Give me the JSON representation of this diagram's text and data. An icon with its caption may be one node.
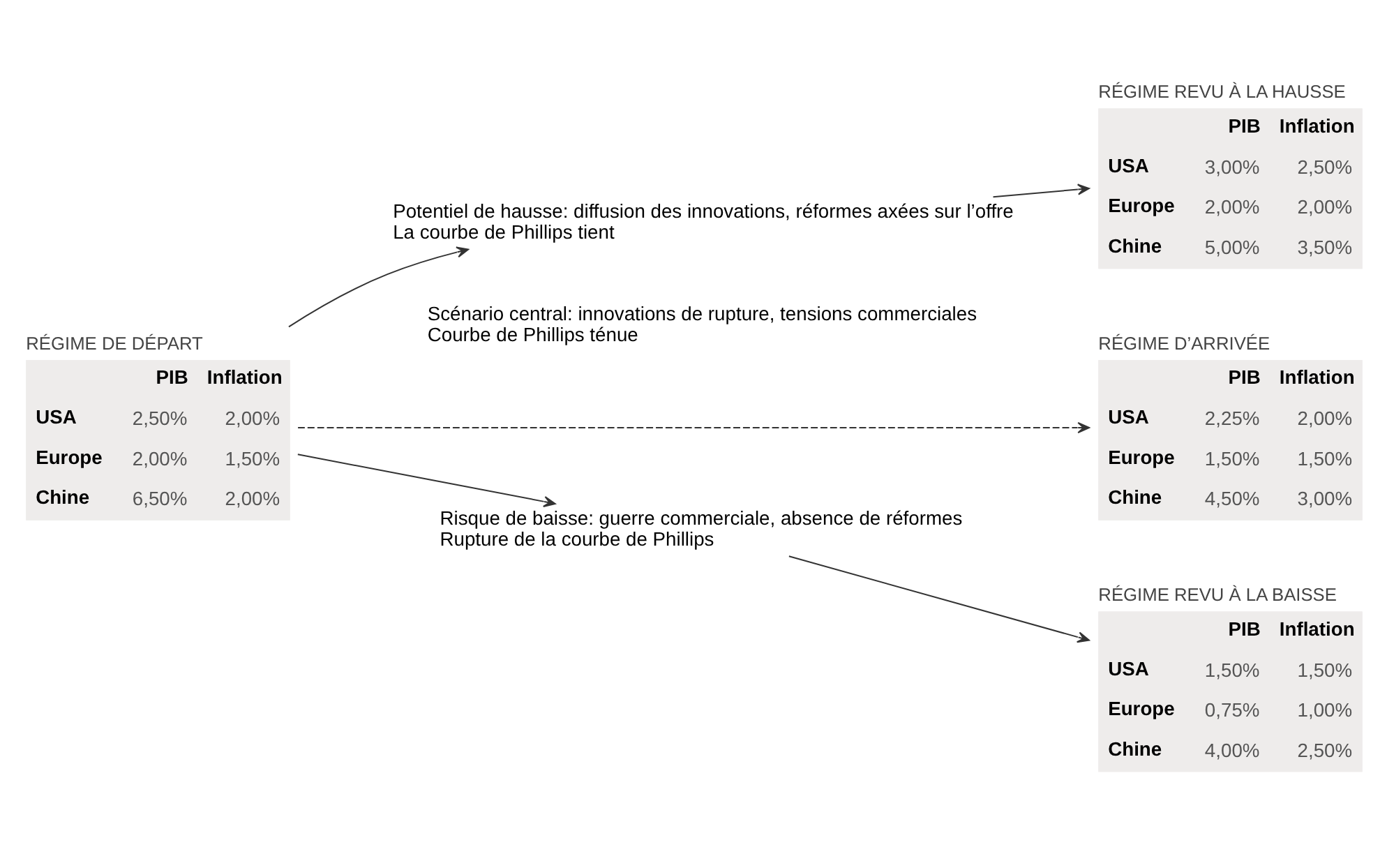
{
  "diagram": {
    "nodes": [
      {
        "text": [
          "RÉGIME DE DÉPART",
          "PIB",
          "Inflation",
          "USA",
          "2,50%",
          "2,00%",
          "Europe",
          "2,00%",
          "1,50%",
          "Chine",
          "6,50%",
          "2,00%"
        ]
      },
      {
        "text": [
          "Potentiel de hausse: diffusion des innovations, réformes axées sur l’offre",
          "La courbe de Phillips tient"
        ]
      },
      {
        "text": [
          "Scénario central: innovations de rupture, tensions commerciales",
          "Courbe de Phillips ténue"
        ]
      },
      {
        "text": [
          "Risque de baisse: guerre commerciale, absence de réformes",
          "Rupture de la courbe de Phillips"
        ]
      },
      {
        "text": [
          "RÉGIME REVU À LA HAUSSE",
          "PIB",
          "Inflation",
          "USA",
          "3,00%",
          "2,50%",
          "Europe",
          "2,00%",
          "2,00%",
          "Chine",
          "5,00%",
          "3,50%"
        ]
      },
      {
        "text": [
          "RÉGIME D’ARRIVÉE",
          "PIB",
          "Inflation",
          "USA",
          "2,25%",
          "2,00%",
          "Europe",
          "1,50%",
          "1,50%",
          "Chine",
          "4,50%",
          "3,00%"
        ]
      },
      {
        "text": [
          "RÉGIME REVU À LA BAISSE",
          "PIB",
          "Inflation",
          "USA",
          "1,50%",
          "1,50%",
          "Europe",
          "0,75%",
          "1,00%",
          "Chine",
          "4,00%",
          "2,50%"
        ]
      }
    ],
    "edges": [
      {
        "from": 0,
        "to": 1,
        "arrow": "to"
      },
      {
        "from": 0,
        "to": 5,
        "arrow": "to",
        "style": "dashed"
      },
      {
        "from": 0,
        "to": 3,
        "arrow": "to"
      },
      {
        "from": 1,
        "to": 4,
        "arrow": "to"
      },
      {
        "from": 3,
        "to": 6,
        "arrow": "to"
      }
    ]
  }
}
